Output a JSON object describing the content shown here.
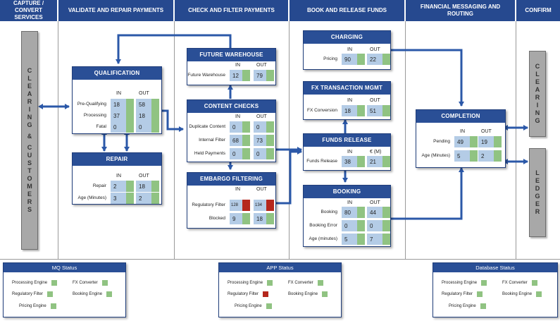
{
  "lanes": [
    "CAPTURE / CONVERT SERVICES",
    "VALIDATE AND REPAIR PAYMENTS",
    "CHECK AND FILTER PAYMENTS",
    "BOOK AND RELEASE FUNDS",
    "FINANCIAL MESSAGING AND ROUTING",
    "CONFIRM"
  ],
  "bars": {
    "clearing_customers": [
      "C",
      "L",
      "E",
      "A",
      "R",
      "I",
      "N",
      "G",
      "",
      "&",
      "",
      "C",
      "U",
      "S",
      "T",
      "O",
      "M",
      "E",
      "R",
      "S"
    ],
    "clearing": [
      "C",
      "L",
      "E",
      "A",
      "R",
      "I",
      "N",
      "G"
    ],
    "ledger": [
      "L",
      "E",
      "D",
      "G",
      "E",
      "R"
    ]
  },
  "panels": {
    "qualification": {
      "title": "QUALIFICATION",
      "col_in": "IN",
      "col_out": "OUT",
      "rows": [
        {
          "label": "Pre-Qualifying",
          "in": "18",
          "out": "58",
          "in_status": "green",
          "out_status": "green"
        },
        {
          "label": "Processing",
          "in": "37",
          "out": "18",
          "in_status": "green",
          "out_status": "green"
        },
        {
          "label": "Fatal",
          "in": "0",
          "out": "0",
          "in_status": "green",
          "out_status": "green"
        }
      ]
    },
    "repair": {
      "title": "REPAIR",
      "col_in": "IN",
      "col_out": "OUT",
      "rows": [
        {
          "label": "Repair",
          "in": "2",
          "out": "18",
          "in_status": "green",
          "out_status": "green"
        },
        {
          "label": "Age (Minutes)",
          "in": "3",
          "out": "2",
          "in_status": "green",
          "out_status": "green"
        }
      ]
    },
    "future_warehouse": {
      "title": "FUTURE WAREHOUSE",
      "col_in": "IN",
      "col_out": "OUT",
      "rows": [
        {
          "label": "Future Warehouse",
          "in": "12",
          "out": "79",
          "in_status": "green",
          "out_status": "green"
        }
      ]
    },
    "content_checks": {
      "title": "CONTENT CHECKS",
      "col_in": "IN",
      "col_out": "OUT",
      "rows": [
        {
          "label": "Duplicate Content",
          "in": "0",
          "out": "0",
          "in_status": "green",
          "out_status": "green"
        },
        {
          "label": "Internal Filter",
          "in": "68",
          "out": "73",
          "in_status": "green",
          "out_status": "green"
        },
        {
          "label": "Held Payments",
          "in": "0",
          "out": "0",
          "in_status": "green",
          "out_status": "green"
        }
      ]
    },
    "embargo_filtering": {
      "title": "EMBARGO FILTERING",
      "col_in": "IN",
      "col_out": "OUT",
      "rows": [
        {
          "label": "Regulatory Filter",
          "in": "128",
          "out": "134",
          "in_status": "red",
          "out_status": "red"
        },
        {
          "label": "Blocked",
          "in": "9",
          "out": "18",
          "in_status": "green",
          "out_status": "green"
        }
      ]
    },
    "charging": {
      "title": "CHARGING",
      "col_in": "IN",
      "col_out": "OUT",
      "rows": [
        {
          "label": "Pricing",
          "in": "90",
          "out": "22",
          "in_status": "green",
          "out_status": "green"
        }
      ]
    },
    "fx_mgmt": {
      "title": "FX TRANSACTION MGMT",
      "col_in": "IN",
      "col_out": "OUT",
      "rows": [
        {
          "label": "FX Conversion",
          "in": "18",
          "out": "51",
          "in_status": "green",
          "out_status": "green"
        }
      ]
    },
    "funds_release": {
      "title": "FUNDS RELEASE",
      "col_in": "IN",
      "col_out": "€ (M)",
      "rows": [
        {
          "label": "Funds Release",
          "in": "38",
          "out": "21",
          "in_status": "green",
          "out_status": "green"
        }
      ]
    },
    "booking": {
      "title": "BOOKING",
      "col_in": "IN",
      "col_out": "OUT",
      "rows": [
        {
          "label": "Booking",
          "in": "80",
          "out": "44",
          "in_status": "green",
          "out_status": "green"
        },
        {
          "label": "Booking Error",
          "in": "0",
          "out": "0",
          "in_status": "green",
          "out_status": "green"
        },
        {
          "label": "Age (minutes)",
          "in": "5",
          "out": "7",
          "in_status": "green",
          "out_status": "green"
        }
      ]
    },
    "completion": {
      "title": "COMPLETION",
      "col_in": "IN",
      "col_out": "OUT",
      "rows": [
        {
          "label": "Pending",
          "in": "49",
          "out": "19",
          "in_status": "green",
          "out_status": "green"
        },
        {
          "label": "Age (Minutes)",
          "in": "5",
          "out": "2",
          "in_status": "green",
          "out_status": "green"
        }
      ]
    }
  },
  "status_panels": {
    "mq": {
      "title": "MQ Status",
      "items": [
        {
          "label": "Processing Engine",
          "status": "green"
        },
        {
          "label": "FX Converter",
          "status": "green"
        },
        {
          "label": "Regulatory Filter",
          "status": "green"
        },
        {
          "label": "Booking Engine",
          "status": "green"
        },
        {
          "label": "Pricing Engine",
          "status": "green"
        }
      ]
    },
    "app": {
      "title": "APP Status",
      "items": [
        {
          "label": "Processing Engine",
          "status": "green"
        },
        {
          "label": "FX Converter",
          "status": "green"
        },
        {
          "label": "Regulatory Filter",
          "status": "red"
        },
        {
          "label": "Booking Engine",
          "status": "green"
        },
        {
          "label": "Pricing Engine",
          "status": "green"
        }
      ]
    },
    "database": {
      "title": "Database Status",
      "items": [
        {
          "label": "Processing Engine",
          "status": "green"
        },
        {
          "label": "FX Converter",
          "status": "green"
        },
        {
          "label": "Regulatory Filter",
          "status": "green"
        },
        {
          "label": "Booking Engine",
          "status": "green"
        },
        {
          "label": "Pricing Engine",
          "status": "green"
        }
      ]
    }
  },
  "colors": {
    "header_blue": "#26498f",
    "arrow_blue": "#2b58a8",
    "value_blue": "#b4cce6",
    "status_green": "#90c382",
    "status_red": "#b5271c",
    "bar_gray": "#a8a8a8"
  }
}
